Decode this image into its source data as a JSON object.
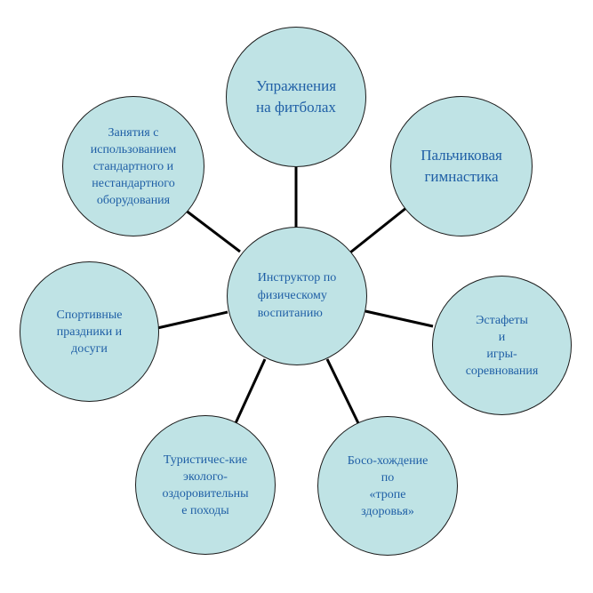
{
  "diagram": {
    "center": "Инструктор по\nфизическому\nвоспитанию",
    "nodes": [
      {
        "id": "fitball",
        "label": "Упражнения\nна фитболах"
      },
      {
        "id": "finger",
        "label": "Пальчиковая\nгимнастика"
      },
      {
        "id": "relay",
        "label": "Эстафеты\nи\nигры-\nсоревнования"
      },
      {
        "id": "barefoot",
        "label": "Босо-хождение\nпо\n«тропе\nздоровья»"
      },
      {
        "id": "hiking",
        "label": "Туристичес-кие\nэколого-\nоздоровительны\nе походы"
      },
      {
        "id": "holidays",
        "label": "Спортивные\nпраздники и\nдосуги"
      },
      {
        "id": "equipment",
        "label": "Занятия с\nиспользованием\nстандартного и\nнестандартного\nоборудования"
      }
    ],
    "colors": {
      "fill": "#bfe3e5",
      "text": "#1f5fa6",
      "line": "#000000"
    }
  }
}
